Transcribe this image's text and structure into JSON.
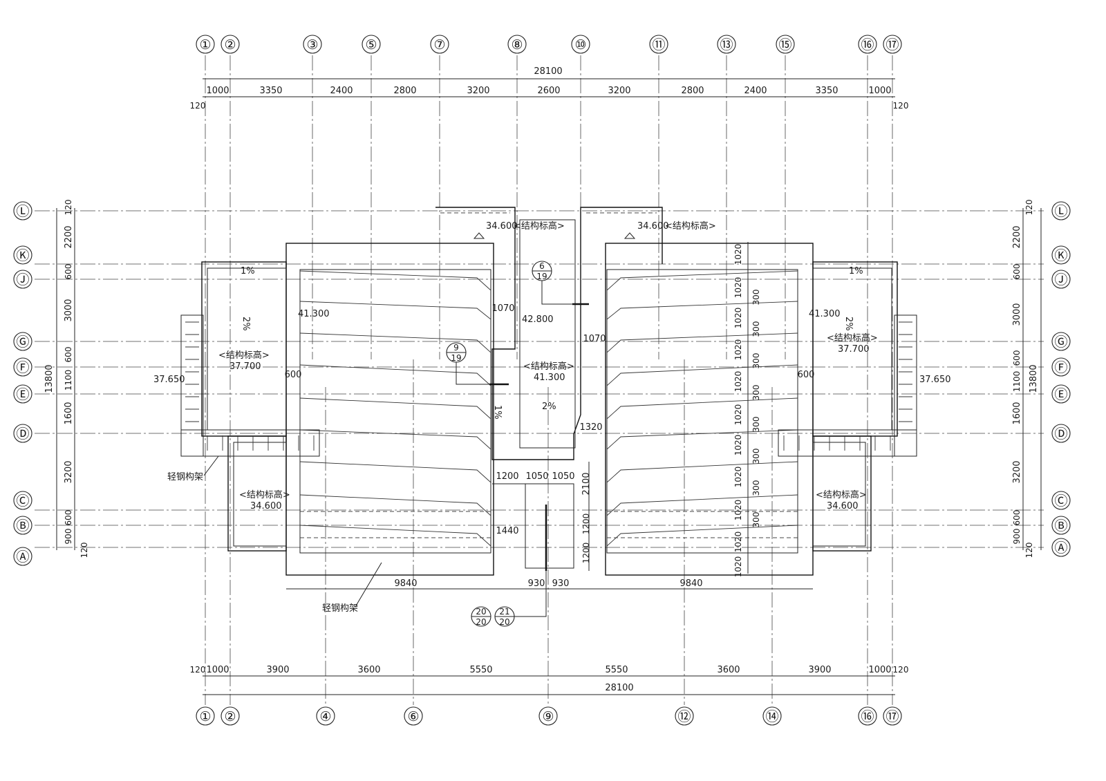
{
  "axes_top": [
    "①",
    "②",
    "③",
    "⑤",
    "⑦",
    "⑧",
    "⑩",
    "⑪",
    "⑬",
    "⑮",
    "⑯",
    "⑰"
  ],
  "axes_bottom": [
    "①",
    "②",
    "④",
    "⑥",
    "⑨",
    "⑫",
    "⑭",
    "⑯",
    "⑰"
  ],
  "axes_rows": [
    "Ⓛ",
    "Ⓚ",
    "Ⓙ",
    "Ⓖ",
    "Ⓕ",
    "Ⓔ",
    "Ⓓ",
    "Ⓒ",
    "Ⓑ",
    "Ⓐ"
  ],
  "dims": {
    "top_total": "28100",
    "top_chain": [
      "1000",
      "3350",
      "2400",
      "2800",
      "3200",
      "2600",
      "3200",
      "2800",
      "2400",
      "3350",
      "1000"
    ],
    "top_edge": "120",
    "bottom_total": "28100",
    "bottom_chain": [
      "1000",
      "3900",
      "3600",
      "5550",
      "5550",
      "3600",
      "3900",
      "1000"
    ],
    "bottom_edge": "120",
    "side_total": "13800",
    "side_chain": [
      "120",
      "2200",
      "600",
      "3000",
      "600",
      "1100",
      "1600",
      "3200",
      "600",
      "900",
      "120"
    ],
    "inner_bottom": [
      "9840",
      "930",
      "930",
      "9840"
    ],
    "stair_steps": [
      "1020",
      "300"
    ],
    "misc": [
      "1070",
      "1070",
      "1320",
      "1200",
      "1050",
      "1050",
      "2100",
      "1200",
      "1440",
      "1200",
      "600",
      "600"
    ]
  },
  "labels": {
    "struct_elev": "<结构标高>",
    "light_steel": "轻钢构架",
    "elev_34600": "34.600",
    "elev_37700": "37.700",
    "elev_41300": "41.300",
    "elev_42800": "42.800",
    "elev_37650": "37.650",
    "slope_1": "1%",
    "slope_2": "2%"
  },
  "callouts": [
    {
      "num": "6",
      "sheet": "19"
    },
    {
      "num": "9",
      "sheet": "19"
    },
    {
      "num": "20",
      "sheet": "20"
    },
    {
      "num": "21",
      "sheet": "20"
    }
  ],
  "colors": {
    "line": "#222222",
    "paper": "#ffffff"
  }
}
